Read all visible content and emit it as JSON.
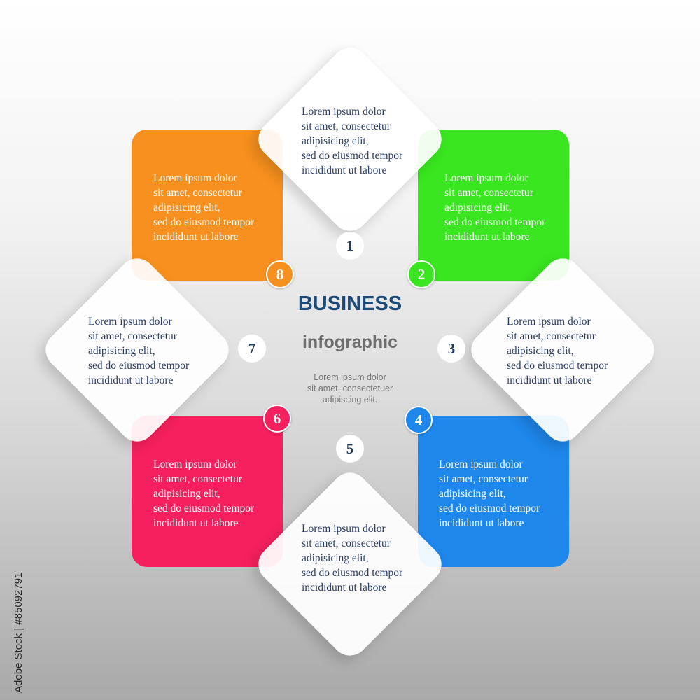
{
  "infographic": {
    "title": "BUSINESS",
    "subtitle": "infographic",
    "center_text": "Lorem ipsum dolor\nsit amet, consectetuer\nadipiscing elit.",
    "colors": {
      "orange": "#f7901e",
      "green": "#39e61f",
      "blue": "#1e87ec",
      "pink": "#f5205d",
      "title": "#1c4a7a",
      "body_text": "#2b3d66"
    },
    "steps": [
      {
        "number": "1",
        "text": "Lorem ipsum dolor\nsit amet, consectetur\nadipisicing elit,\nsed do eiusmod tempor\nincididunt ut labore"
      },
      {
        "number": "2",
        "text": "Lorem ipsum dolor\nsit amet, consectetur\nadipisicing elit,\nsed do eiusmod tempor\nincididunt ut labore"
      },
      {
        "number": "3",
        "text": "Lorem ipsum dolor\nsit amet, consectetur\nadipisicing elit,\nsed do eiusmod tempor\nincididunt ut labore"
      },
      {
        "number": "4",
        "text": "Lorem ipsum dolor\nsit amet, consectetur\nadipisicing elit,\nsed do eiusmod tempor\nincididunt ut labore"
      },
      {
        "number": "5",
        "text": "Lorem ipsum dolor\nsit amet, consectetur\nadipisicing elit,\nsed do eiusmod tempor\nincididunt ut labore"
      },
      {
        "number": "6",
        "text": "Lorem ipsum dolor\nsit amet, consectetur\nadipisicing elit,\nsed do eiusmod tempor\nincididunt ut labore"
      },
      {
        "number": "7",
        "text": "Lorem ipsum dolor\nsit amet, consectetur\nadipisicing elit,\nsed do eiusmod tempor\nincididunt ut labore"
      },
      {
        "number": "8",
        "text": "Lorem ipsum dolor\nsit amet, consectetur\nadipisicing elit,\nsed do eiusmod tempor\nincididunt ut labore"
      }
    ]
  },
  "watermark": "Adobe Stock | #85092791"
}
